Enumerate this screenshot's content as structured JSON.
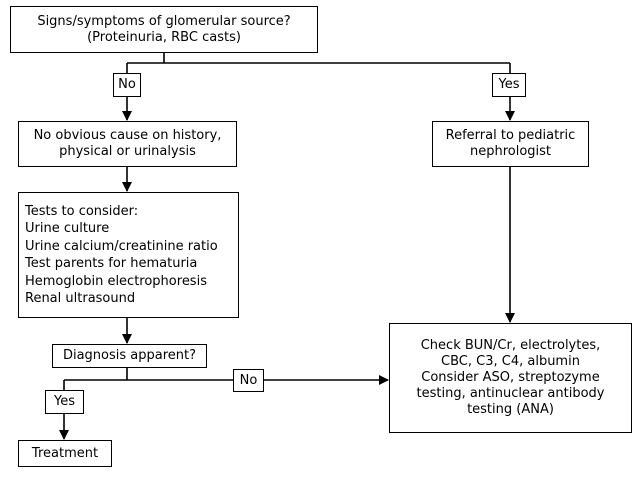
{
  "diagram": {
    "start": {
      "lines": [
        "Signs/symptoms of glomerular source?",
        "(Proteinuria, RBC casts)"
      ]
    },
    "branch_no_1": "No",
    "branch_yes_1": "Yes",
    "no_cause": {
      "lines": [
        "No obvious cause on history,",
        "physical or urinalysis"
      ]
    },
    "referral": {
      "lines": [
        "Referral to pediatric",
        "nephrologist"
      ]
    },
    "tests": {
      "heading": "Tests to consider:",
      "items": [
        "Urine culture",
        "Urine calcium/creatinine ratio",
        "Test parents for hematuria",
        "Hemoglobin electrophoresis",
        "Renal ultrasound"
      ]
    },
    "check": {
      "lines": [
        "Check BUN/Cr, electrolytes,",
        "CBC, C3, C4, albumin",
        "Consider ASO, streptozyme",
        "testing, antinuclear antibody",
        "testing (ANA)"
      ]
    },
    "diagnosis": "Diagnosis apparent?",
    "branch_no_2": "No",
    "branch_yes_2": "Yes",
    "treatment": "Treatment",
    "line_color": "#000000"
  }
}
